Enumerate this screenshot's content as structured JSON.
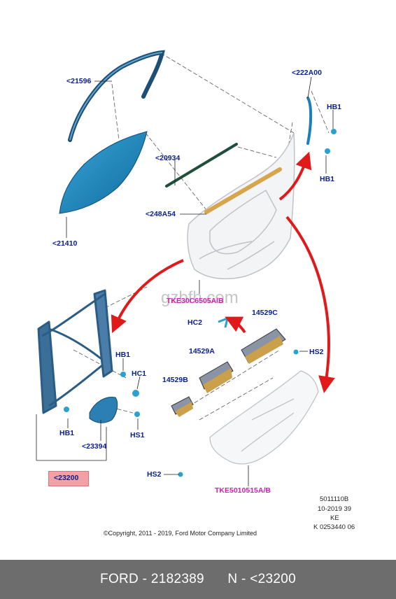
{
  "labels": {
    "p21596": "<21596",
    "p222a00": "<222A00",
    "hb1_top": "HB1",
    "hb1_top2": "HB1",
    "p20934": "<20934",
    "p248a54": "<248A54",
    "p21410": "<21410",
    "tke_door": "TKE30C6505A/B",
    "hc2": "HC2",
    "p14529c": "14529C",
    "p14529a": "14529A",
    "hs2_right": "HS2",
    "hb1_mid": "HB1",
    "hc1": "HC1",
    "p14529b": "14529B",
    "hb1_low": "HB1",
    "p23394": "<23394",
    "hs1": "HS1",
    "p23200": "<23200",
    "hs2_low": "HS2",
    "tke_trim": "TKE5010515A/B"
  },
  "meta": {
    "line1": "5011110B",
    "line2": "10-2019 39",
    "line3": "KE",
    "line4": "K 0253440 06",
    "copyright": "©Copyright, 2011 - 2019, Ford Motor Company Limited"
  },
  "watermark": "gzbfh.com",
  "footer": "FORD - 2182389      N - <23200",
  "colors": {
    "label": "#0a1f8f",
    "label_alt": "#d21fb4",
    "part_blue": "#1c7fb8",
    "arrow_red": "#e01a1a",
    "highlight": "#f2a0a6",
    "footer_bg": "#6d6d6d"
  }
}
